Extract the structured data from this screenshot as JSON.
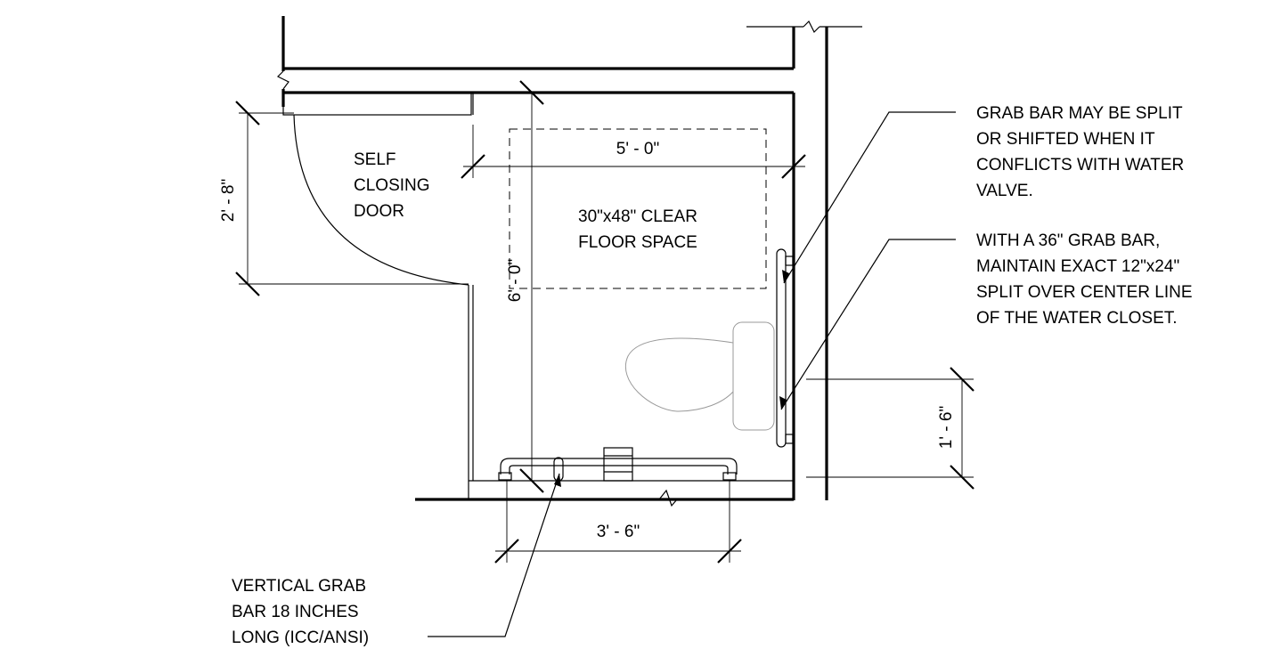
{
  "dimensions": {
    "door_width": "2' - 8\"",
    "stall_width": "5' - 0\"",
    "stall_depth": "6' - 0\"",
    "rear_bar_offset": "3' - 6\"",
    "side_bar_offset": "1' - 6\""
  },
  "labels": {
    "door_line1": "SELF",
    "door_line2": "CLOSING",
    "door_line3": "DOOR",
    "clear_line1": "30\"x48\" CLEAR",
    "clear_line2": "FLOOR SPACE"
  },
  "notes": {
    "split_line1": "GRAB BAR MAY BE SPLIT",
    "split_line2": "OR SHIFTED WHEN IT",
    "split_line3": "CONFLICTS WITH WATER",
    "split_line4": "VALVE.",
    "grab36_line1": "WITH A 36\" GRAB BAR,",
    "grab36_line2": "MAINTAIN EXACT 12\"x24\"",
    "grab36_line3": "SPLIT OVER CENTER LINE",
    "grab36_line4": "OF THE WATER CLOSET.",
    "vertical_line1": "VERTICAL GRAB",
    "vertical_line2": "BAR 18 INCHES",
    "vertical_line3": "LONG (ICC/ANSI)"
  }
}
